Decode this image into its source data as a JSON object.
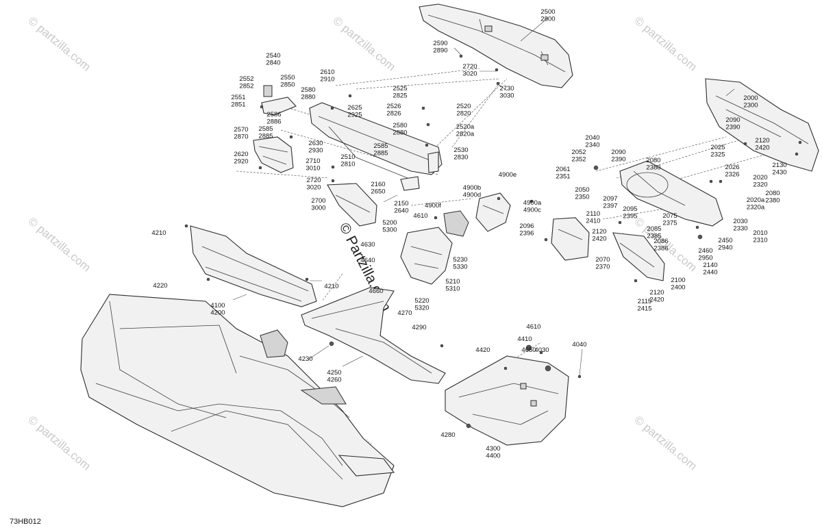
{
  "diagram_code": "73HB012",
  "watermark": "© partzilla.com",
  "watermark_center": "© Partzilla.com",
  "labels": [
    {
      "id": "l1",
      "lines": [
        "2500",
        "2800"
      ]
    },
    {
      "id": "l2",
      "lines": [
        "2590",
        "2890"
      ]
    },
    {
      "id": "l3",
      "lines": [
        "2720",
        "3020"
      ]
    },
    {
      "id": "l4",
      "lines": [
        "2730",
        "3030"
      ]
    },
    {
      "id": "l5",
      "lines": [
        "2540",
        "2840"
      ]
    },
    {
      "id": "l6",
      "lines": [
        "2552",
        "2852"
      ]
    },
    {
      "id": "l7",
      "lines": [
        "2550",
        "2850"
      ]
    },
    {
      "id": "l8",
      "lines": [
        "2551",
        "2851"
      ]
    },
    {
      "id": "l9",
      "lines": [
        "2586",
        "2886"
      ]
    },
    {
      "id": "l10",
      "lines": [
        "2585",
        "2885"
      ]
    },
    {
      "id": "l11",
      "lines": [
        "2570",
        "2870"
      ]
    },
    {
      "id": "l12",
      "lines": [
        "2620",
        "2920"
      ]
    },
    {
      "id": "l13",
      "lines": [
        "2610",
        "2910"
      ]
    },
    {
      "id": "l14",
      "lines": [
        "2580",
        "2880"
      ]
    },
    {
      "id": "l15",
      "lines": [
        "2625",
        "2925"
      ]
    },
    {
      "id": "l16",
      "lines": [
        "2630",
        "2930"
      ]
    },
    {
      "id": "l17",
      "lines": [
        "2525",
        "2825"
      ]
    },
    {
      "id": "l18",
      "lines": [
        "2526",
        "2826"
      ]
    },
    {
      "id": "l19",
      "lines": [
        "2520",
        "2820"
      ]
    },
    {
      "id": "l20",
      "lines": [
        "2520a",
        "2820a"
      ]
    },
    {
      "id": "l21",
      "lines": [
        "2580",
        "2880"
      ]
    },
    {
      "id": "l22",
      "lines": [
        "2585",
        "2885"
      ]
    },
    {
      "id": "l23",
      "lines": [
        "2530",
        "2830"
      ]
    },
    {
      "id": "l24",
      "lines": [
        "2710",
        "3010"
      ]
    },
    {
      "id": "l25",
      "lines": [
        "2510",
        "2810"
      ]
    },
    {
      "id": "l26",
      "lines": [
        "2720",
        "3020"
      ]
    },
    {
      "id": "l27",
      "lines": [
        "2700",
        "3000"
      ]
    },
    {
      "id": "l28",
      "lines": [
        "2160",
        "2650"
      ]
    },
    {
      "id": "l29",
      "lines": [
        "2150",
        "2640"
      ]
    },
    {
      "id": "l30",
      "lines": [
        "4900b",
        "4900d"
      ]
    },
    {
      "id": "l31",
      "lines": [
        "4900e"
      ]
    },
    {
      "id": "l32",
      "lines": [
        "4900f"
      ]
    },
    {
      "id": "l33",
      "lines": [
        "4900a",
        "4900c"
      ]
    },
    {
      "id": "l34",
      "lines": [
        "4610"
      ]
    },
    {
      "id": "l35",
      "lines": [
        "5200",
        "5300"
      ]
    },
    {
      "id": "l36",
      "lines": [
        "4630"
      ]
    },
    {
      "id": "l37",
      "lines": [
        "4640"
      ]
    },
    {
      "id": "l38",
      "lines": [
        "5230",
        "5330"
      ]
    },
    {
      "id": "l39",
      "lines": [
        "4660"
      ]
    },
    {
      "id": "l40",
      "lines": [
        "5210",
        "5310"
      ]
    },
    {
      "id": "l41",
      "lines": [
        "5220",
        "5320"
      ]
    },
    {
      "id": "l42",
      "lines": [
        "4270"
      ]
    },
    {
      "id": "l43",
      "lines": [
        "4210"
      ]
    },
    {
      "id": "l44",
      "lines": [
        "4220"
      ]
    },
    {
      "id": "l45",
      "lines": [
        "4210"
      ]
    },
    {
      "id": "l46",
      "lines": [
        "4100",
        "4200"
      ]
    },
    {
      "id": "l47",
      "lines": [
        "4290"
      ]
    },
    {
      "id": "l48",
      "lines": [
        "4230"
      ]
    },
    {
      "id": "l49",
      "lines": [
        "4250",
        "4260"
      ]
    },
    {
      "id": "l50",
      "lines": [
        "4610"
      ]
    },
    {
      "id": "l51",
      "lines": [
        "4650"
      ]
    },
    {
      "id": "l52",
      "lines": [
        "4410"
      ]
    },
    {
      "id": "l53",
      "lines": [
        "4030"
      ]
    },
    {
      "id": "l54",
      "lines": [
        "4420"
      ]
    },
    {
      "id": "l55",
      "lines": [
        "4040"
      ]
    },
    {
      "id": "l56",
      "lines": [
        "4280"
      ]
    },
    {
      "id": "l57",
      "lines": [
        "4300",
        "4400"
      ]
    },
    {
      "id": "l58",
      "lines": [
        "2000",
        "2300"
      ]
    },
    {
      "id": "l59",
      "lines": [
        "2090",
        "2390"
      ]
    },
    {
      "id": "l60",
      "lines": [
        "2040",
        "2340"
      ]
    },
    {
      "id": "l61",
      "lines": [
        "2052",
        "2352"
      ]
    },
    {
      "id": "l62",
      "lines": [
        "2090",
        "2390"
      ]
    },
    {
      "id": "l63",
      "lines": [
        "2025",
        "2325"
      ]
    },
    {
      "id": "l64",
      "lines": [
        "2120",
        "2420"
      ]
    },
    {
      "id": "l65",
      "lines": [
        "2061",
        "2351"
      ]
    },
    {
      "id": "l66",
      "lines": [
        "2080",
        "2380"
      ]
    },
    {
      "id": "l67",
      "lines": [
        "2026",
        "2326"
      ]
    },
    {
      "id": "l68",
      "lines": [
        "2130",
        "2430"
      ]
    },
    {
      "id": "l69",
      "lines": [
        "2050",
        "2350"
      ]
    },
    {
      "id": "l70",
      "lines": [
        "2020",
        "2320"
      ]
    },
    {
      "id": "l71",
      "lines": [
        "2097",
        "2397"
      ]
    },
    {
      "id": "l72",
      "lines": [
        "2095",
        "2395"
      ]
    },
    {
      "id": "l73",
      "lines": [
        "2080",
        "2380"
      ]
    },
    {
      "id": "l74",
      "lines": [
        "2020a",
        "2320a"
      ]
    },
    {
      "id": "l75",
      "lines": [
        "2110",
        "2410"
      ]
    },
    {
      "id": "l76",
      "lines": [
        "2075",
        "2375"
      ]
    },
    {
      "id": "l77",
      "lines": [
        "2030",
        "2330"
      ]
    },
    {
      "id": "l78",
      "lines": [
        "2096",
        "2396"
      ]
    },
    {
      "id": "l79",
      "lines": [
        "2120",
        "2420"
      ]
    },
    {
      "id": "l80",
      "lines": [
        "2085",
        "2385"
      ]
    },
    {
      "id": "l81",
      "lines": [
        "2010",
        "2310"
      ]
    },
    {
      "id": "l82",
      "lines": [
        "2086",
        "2386"
      ]
    },
    {
      "id": "l83",
      "lines": [
        "2450",
        "2940"
      ]
    },
    {
      "id": "l84",
      "lines": [
        "2460",
        "2950"
      ]
    },
    {
      "id": "l85",
      "lines": [
        "2070",
        "2370"
      ]
    },
    {
      "id": "l86",
      "lines": [
        "2140",
        "2440"
      ]
    },
    {
      "id": "l87",
      "lines": [
        "2100",
        "2400"
      ]
    },
    {
      "id": "l88",
      "lines": [
        "2120",
        "2420"
      ]
    },
    {
      "id": "l89",
      "lines": [
        "2115",
        "2415"
      ]
    }
  ]
}
